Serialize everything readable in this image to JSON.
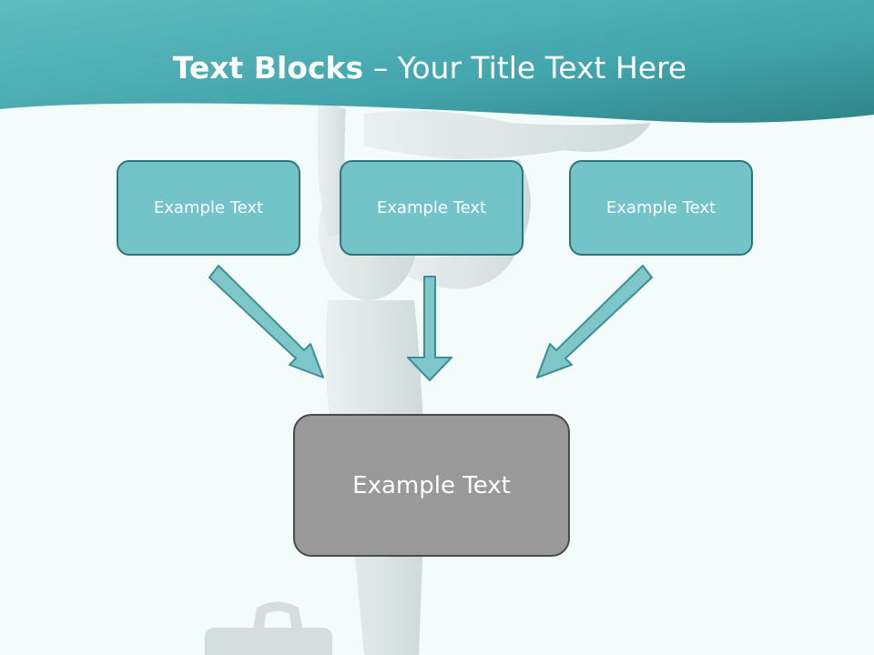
{
  "title": {
    "bold": "Text Blocks",
    "dash": " – ",
    "rest": "Your Title Text Here"
  },
  "blocks": {
    "top": [
      "Example Text",
      "Example Text",
      "Example Text"
    ],
    "main": "Example Text"
  },
  "colors": {
    "header": "#4aabb1",
    "box_fill": "#73c4c8",
    "box_border": "#2f7479",
    "main_fill": "#999999",
    "main_border": "#4a4a4a",
    "arrow_fill": "#7fc6ca",
    "background": "#f3fbfb"
  }
}
